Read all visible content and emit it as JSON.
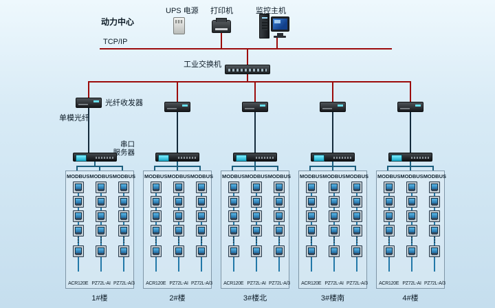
{
  "diagram": {
    "power_center": "动力中心",
    "tcpip": "TCP/IP",
    "ups": "UPS 电源",
    "printer": "打印机",
    "host": "监控主机",
    "switch": "工业交换机",
    "transceiver": "光纤收发器",
    "fiber": "单模光纤",
    "serial_server_line1": "串口",
    "serial_server_line2": "服务器",
    "ellipsis": "⋮"
  },
  "colors": {
    "bus_red": "#9b0a0a",
    "fiber_navy": "#13293a",
    "column_blue": "#2278a8",
    "background_top": "#eef8fd",
    "background_bottom": "#c5deee"
  },
  "groups": [
    {
      "building": "1#楼",
      "columns": [
        {
          "protocol": "MODBUS",
          "model": "ACR120E"
        },
        {
          "protocol": "MODBUS",
          "model": "PZ72L-AI"
        },
        {
          "protocol": "MODBUS",
          "model": "PZ72L-A/3"
        }
      ]
    },
    {
      "building": "2#楼",
      "columns": [
        {
          "protocol": "MODBUS",
          "model": "ACR120E"
        },
        {
          "protocol": "MODBUS",
          "model": "PZ72L-AI"
        },
        {
          "protocol": "MODBUS",
          "model": "PZ72L-A/3"
        }
      ]
    },
    {
      "building": "3#楼北",
      "columns": [
        {
          "protocol": "MODBUS",
          "model": "ACR120E"
        },
        {
          "protocol": "MODBUS",
          "model": "PZ72L-AI"
        },
        {
          "protocol": "MODBUS",
          "model": "PZ72L-A/3"
        }
      ]
    },
    {
      "building": "3#楼南",
      "columns": [
        {
          "protocol": "MODBUS",
          "model": "ACR120E"
        },
        {
          "protocol": "MODBUS",
          "model": "PZ72L-AI"
        },
        {
          "protocol": "MODBUS",
          "model": "PZ72L-A/3"
        }
      ]
    },
    {
      "building": "4#楼",
      "columns": [
        {
          "protocol": "MODBUS",
          "model": "ACR120E"
        },
        {
          "protocol": "MODBUS",
          "model": "PZ72L-AI"
        },
        {
          "protocol": "MODBUS",
          "model": "PZ72L-A/3"
        }
      ]
    }
  ]
}
